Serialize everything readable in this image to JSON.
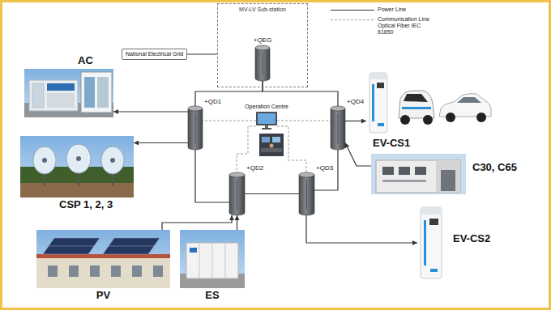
{
  "diagram": {
    "nodes": [
      {
        "text": [
          "AC"
        ]
      },
      {
        "text": [
          "National Electrical Grid"
        ]
      },
      {
        "text": [
          "MV-LV Sub-station"
        ]
      },
      {
        "text": [
          "+QEG"
        ],
        "in": 2
      },
      {
        "text": [
          "+QD1"
        ]
      },
      {
        "text": [
          "Operation Centre"
        ]
      },
      {
        "text": [
          "+QD4"
        ]
      },
      {
        "text": [
          "EV-CS1"
        ]
      },
      {
        "text": [
          "CSP 1, 2, 3"
        ]
      },
      {
        "text": [
          "+QD2"
        ]
      },
      {
        "text": [
          "+QD3"
        ]
      },
      {
        "text": [
          "C30, C65"
        ]
      },
      {
        "text": [
          "EV-CS2"
        ]
      },
      {
        "text": [
          "PV"
        ]
      },
      {
        "text": [
          "ES"
        ]
      }
    ],
    "edges": [
      {
        "from": 1,
        "to": 2,
        "arrow": "none"
      },
      {
        "from": 3,
        "to": 4,
        "arrow": "none"
      },
      {
        "from": 3,
        "to": 6,
        "arrow": "none"
      },
      {
        "from": 4,
        "to": 0,
        "arrow": "to"
      },
      {
        "from": 4,
        "to": 8,
        "arrow": "to"
      },
      {
        "from": 5,
        "to": 4,
        "arrow": "none"
      },
      {
        "from": 5,
        "to": 6,
        "arrow": "none"
      },
      {
        "from": 5,
        "to": 9,
        "arrow": "none"
      },
      {
        "from": 5,
        "to": 10,
        "arrow": "none"
      },
      {
        "from": 6,
        "to": 7,
        "arrow": "to"
      },
      {
        "from": 11,
        "to": 6,
        "arrow": "to"
      },
      {
        "from": 4,
        "to": 9,
        "arrow": "none"
      },
      {
        "from": 9,
        "to": 10,
        "arrow": "none"
      },
      {
        "from": 6,
        "to": 10,
        "arrow": "none"
      },
      {
        "from": 10,
        "to": 12,
        "arrow": "to"
      },
      {
        "from": 13,
        "to": 9,
        "arrow": "to"
      },
      {
        "from": 14,
        "to": 9,
        "arrow": "to"
      }
    ],
    "legend": [
      {
        "text": "Power Line"
      },
      {
        "text": "Communication Line Optical Fiber IEC 61850"
      }
    ]
  }
}
